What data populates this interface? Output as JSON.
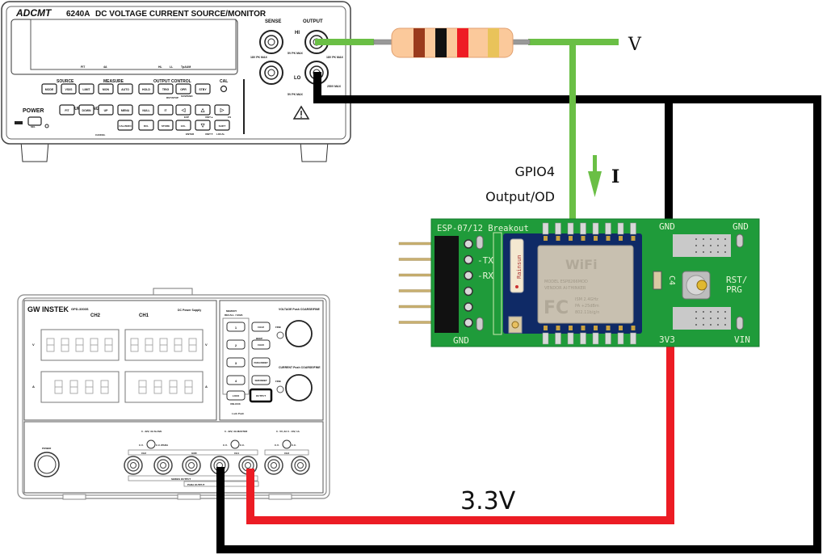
{
  "title": "ESP-07/12 GPIO4 Output/OD current measurement setup",
  "smu": {
    "brand": "ADCMT",
    "model": "6240A",
    "description": "DC VOLTAGE CURRENT SOURCE/MONITOR",
    "display_indicators": [
      "FIT",
      "4A",
      "HL",
      "LL",
      "TpAUM"
    ],
    "group_labels": {
      "source": "SOURCE",
      "measure": "MEASURE",
      "output_control": "OUTPUT  CONTROL",
      "source_range": "SOURCE  RANGE",
      "cal": "CAL",
      "power": "POWER"
    },
    "keys_row1": [
      "MODE",
      "VS/IS",
      "LIMIT",
      "MON",
      "AUTO",
      "HOLD",
      "TRIG",
      "OPR",
      "STBY"
    ],
    "keys_row2": [
      "FIT",
      "DOWN",
      "UP",
      "MENU",
      "NULL",
      "IT",
      "◁",
      "△",
      "▷"
    ],
    "keys_row3": [
      "CAL/ZERO",
      "RCL",
      "STORE",
      "123..",
      "▽",
      "SHIFT"
    ],
    "subtexts": {
      "stop": "RST/STOP",
      "suspend": "SUSPEND",
      "sel": "SEL",
      "cancel": "CANCEL",
      "exp": "EXP",
      "unit_up": "UNIT▲",
      "unit_down": "UNIT▼",
      "enter": "ENTER",
      "local": "LOCAL",
      "cs": "CS"
    },
    "terminals": {
      "sense": "SENSE",
      "output": "OUTPUT",
      "hi": "HI",
      "lo": "LO",
      "rating_sense": "18V PK MAX",
      "rating_hi": "5V PK MAX",
      "rating_out": "18V PK MAX",
      "rating_lo": "5V PK MAX",
      "rating_250": "250V MAX"
    }
  },
  "psu": {
    "brand": "GW INSTEK",
    "model": "GPD-3303S",
    "description": "DC Power Supply",
    "ch2_label": "CH2",
    "ch1_label": "CH1",
    "unit_v": "V",
    "unit_a": "A",
    "memory_label": "MEMORY\nRECALL / SAVE",
    "memory_keys": [
      "1",
      "2",
      "3",
      "4"
    ],
    "func_keys": [
      "CH1/2",
      "CH3/4",
      "PARA/INDEP",
      "SER/INDEP"
    ],
    "beep": "BEEP",
    "lock": "LOCK",
    "unlock": "UNLOCK",
    "output_key": "OUTPUT",
    "voltage_knob": "VOLTAGE Push COARSE/FINE",
    "current_knob": "CURRENT Push COARSE/FINE",
    "fine": "FINE",
    "power": "POWER",
    "ch2_rating": "0 - 32V, 3A SLAVE",
    "ch1_rating": "0 - 32V, 3A MASTER",
    "ch3_rating": "0 - 5V, 3A  0 - 10V, 1A",
    "cv": "C.V.",
    "cc_para": "C.C./PARA",
    "cc": "C.C.",
    "jack_labels": [
      "CH2",
      "GND",
      "CH1",
      "CH3"
    ],
    "series_output": "SERIES   OUTPUT",
    "para_output": "PARA   OUTPUT",
    "lock_push": "Lock  Push"
  },
  "resistor": {
    "bands": [
      "#9a3a1c",
      "#111111",
      "#ee1c24",
      "#e9c35a"
    ],
    "body_color": "#fbc99b"
  },
  "board": {
    "title": "ESP-07/12 Breakout",
    "pin_labels_left": [
      "",
      "TX",
      "RX",
      "",
      "",
      ""
    ],
    "gnd_bottom_left": "GND",
    "gnd_top": "GND",
    "gnd_top_right": "GND",
    "v3v3": "3V3",
    "vin": "VIN",
    "rst_prg": "RST/\nPRG",
    "cap_label": "C4",
    "antenna_brand": "Rainsun",
    "module": {
      "model": "MODEL  ESP8266MOD",
      "vendor": "VENDOR  AI-THINKER",
      "ism": "ISM  2.4GHz",
      "pa": "PA  +25dBm",
      "std": "802.11b/g/n",
      "wifi": "WiFi",
      "fc": "FC"
    }
  },
  "annotations": {
    "voltage_node": "V",
    "current_symbol": "I",
    "gpio_label": "GPIO4",
    "gpio_mode": "Output/OD",
    "supply_voltage": "3.3V"
  },
  "colors": {
    "signal_wire": "#6abf45",
    "ground_wire": "#000000",
    "power_wire": "#ec1c24",
    "pcb": "#1f9b3a",
    "module_pcb": "#0f2a66"
  }
}
